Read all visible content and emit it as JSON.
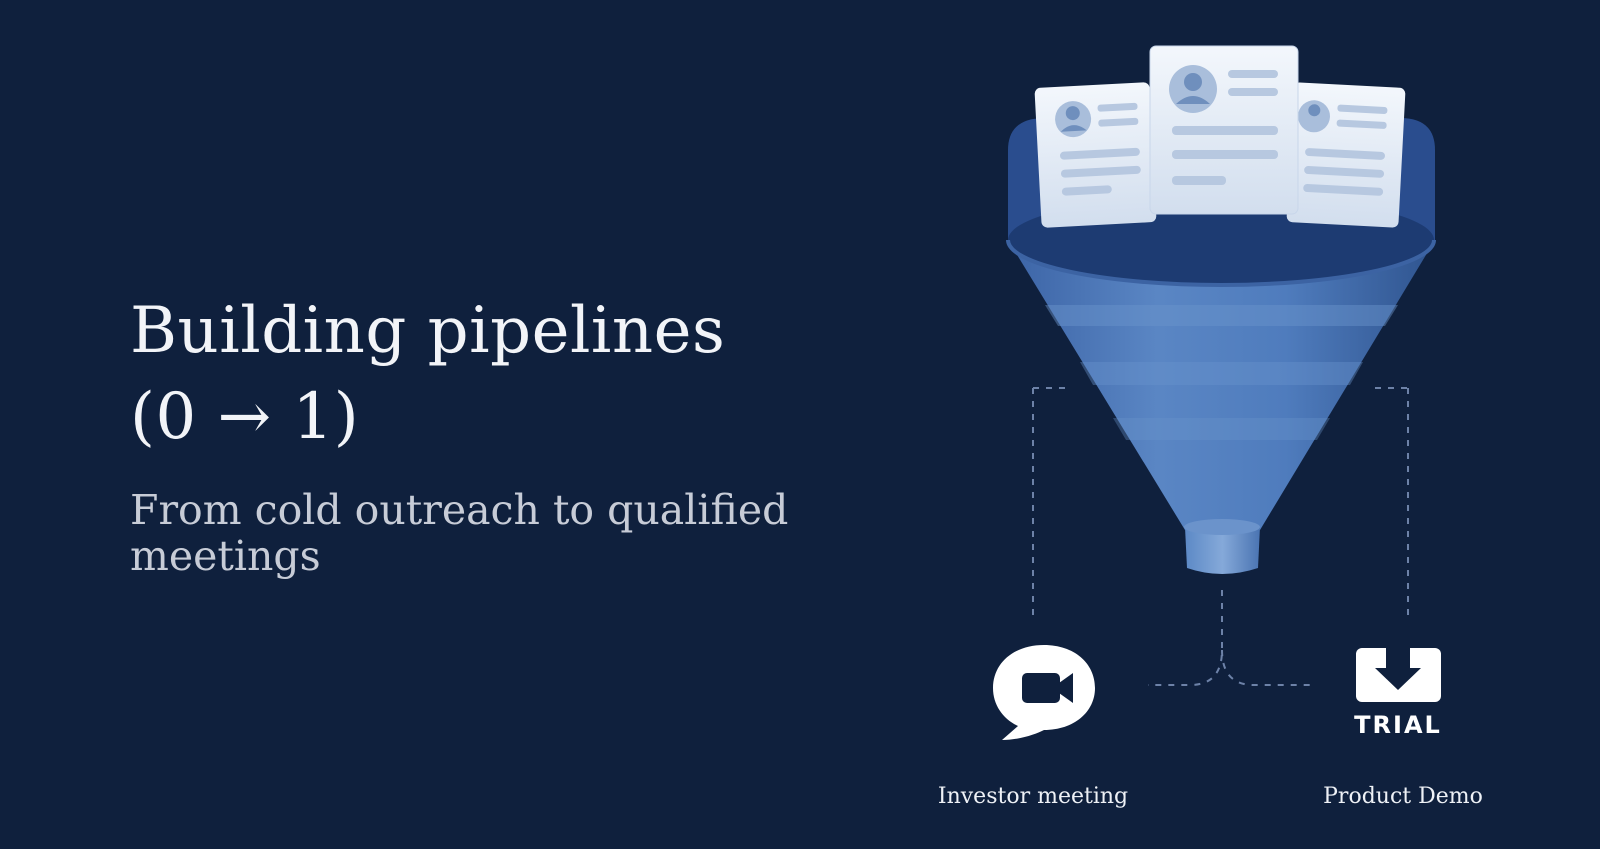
{
  "headline": {
    "line1": "Building pipelines",
    "line2": "(0 → 1)"
  },
  "subtitle": "From cold outreach to qualified meetings",
  "illustration": {
    "left_icon": "video-chat-bubble-icon",
    "right_icon": "download-trial-icon",
    "trial_label": "TRIAL",
    "left_caption": "Investor meeting",
    "right_caption": "Product Demo"
  },
  "colors": {
    "background": "#0f203d",
    "funnel_blue": "#4a78b8",
    "card_white": "#e6eef8"
  }
}
